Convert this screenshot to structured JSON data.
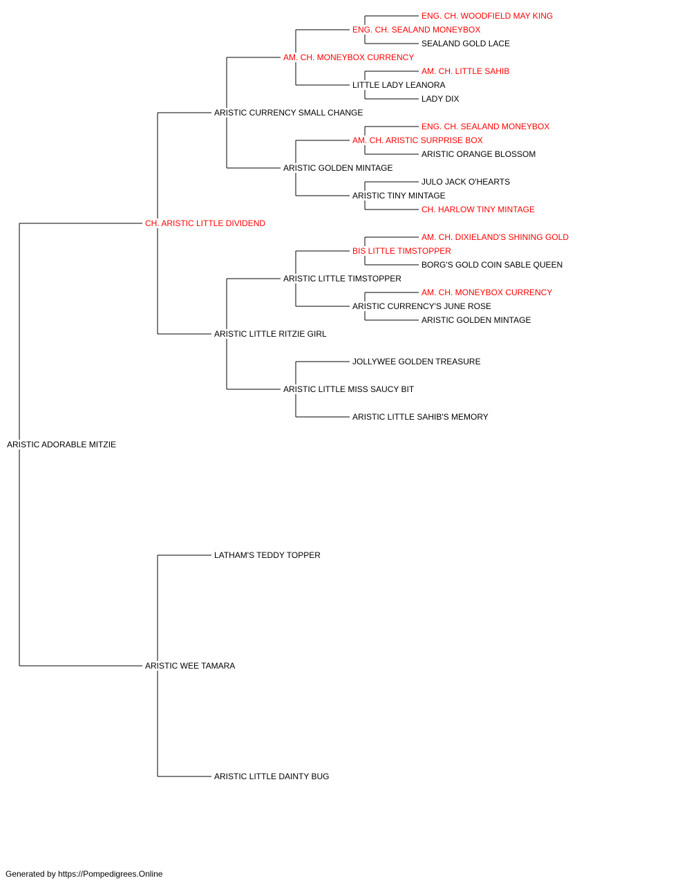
{
  "colors": {
    "champion": "#ff0000",
    "normal": "#000000",
    "line": "#000000"
  },
  "pedigree": {
    "name": "ARISTIC ADORABLE MITZIE",
    "champion": false,
    "sire": {
      "name": "CH. ARISTIC LITTLE DIVIDEND",
      "champion": true,
      "sire": {
        "name": "ARISTIC CURRENCY SMALL CHANGE",
        "champion": false,
        "sire": {
          "name": "AM. CH. MONEYBOX CURRENCY",
          "champion": true,
          "sire": {
            "name": "ENG. CH. SEALAND MONEYBOX",
            "champion": true,
            "sire": {
              "name": "ENG. CH. WOODFIELD MAY KING",
              "champion": true
            },
            "dam": {
              "name": "SEALAND GOLD LACE",
              "champion": false
            }
          },
          "dam": {
            "name": "LITTLE LADY LEANORA",
            "champion": false,
            "sire": {
              "name": "AM. CH. LITTLE SAHIB",
              "champion": true
            },
            "dam": {
              "name": "LADY DIX",
              "champion": false
            }
          }
        },
        "dam": {
          "name": "ARISTIC GOLDEN MINTAGE",
          "champion": false,
          "sire": {
            "name": "AM. CH. ARISTIC SURPRISE BOX",
            "champion": true,
            "sire": {
              "name": "ENG. CH. SEALAND MONEYBOX",
              "champion": true
            },
            "dam": {
              "name": "ARISTIC ORANGE BLOSSOM",
              "champion": false
            }
          },
          "dam": {
            "name": "ARISTIC TINY MINTAGE",
            "champion": false,
            "sire": {
              "name": "JULO JACK O'HEARTS",
              "champion": false
            },
            "dam": {
              "name": "CH. HARLOW TINY MINTAGE",
              "champion": true
            }
          }
        }
      },
      "dam": {
        "name": "ARISTIC LITTLE RITZIE GIRL",
        "champion": false,
        "sire": {
          "name": "ARISTIC LITTLE TIMSTOPPER",
          "champion": false,
          "sire": {
            "name": "BIS LITTLE TIMSTOPPER",
            "champion": true,
            "sire": {
              "name": "AM. CH. DIXIELAND'S SHINING GOLD",
              "champion": true
            },
            "dam": {
              "name": "BORG'S GOLD COIN SABLE QUEEN",
              "champion": false
            }
          },
          "dam": {
            "name": "ARISTIC CURRENCY'S JUNE ROSE",
            "champion": false,
            "sire": {
              "name": "AM. CH. MONEYBOX CURRENCY",
              "champion": true
            },
            "dam": {
              "name": "ARISTIC GOLDEN MINTAGE",
              "champion": false
            }
          }
        },
        "dam": {
          "name": "ARISTIC LITTLE MISS SAUCY BIT",
          "champion": false,
          "sire": {
            "name": "JOLLYWEE GOLDEN TREASURE",
            "champion": false
          },
          "dam": {
            "name": "ARISTIC LITTLE SAHIB'S MEMORY",
            "champion": false
          }
        }
      }
    },
    "dam": {
      "name": "ARISTIC WEE TAMARA",
      "champion": false,
      "sire": {
        "name": "LATHAM'S TEDDY TOPPER",
        "champion": false
      },
      "dam": {
        "name": "ARISTIC LITTLE DAINTY BUG",
        "champion": false
      }
    }
  },
  "footer": "Generated by https://Pompedigrees.Online"
}
